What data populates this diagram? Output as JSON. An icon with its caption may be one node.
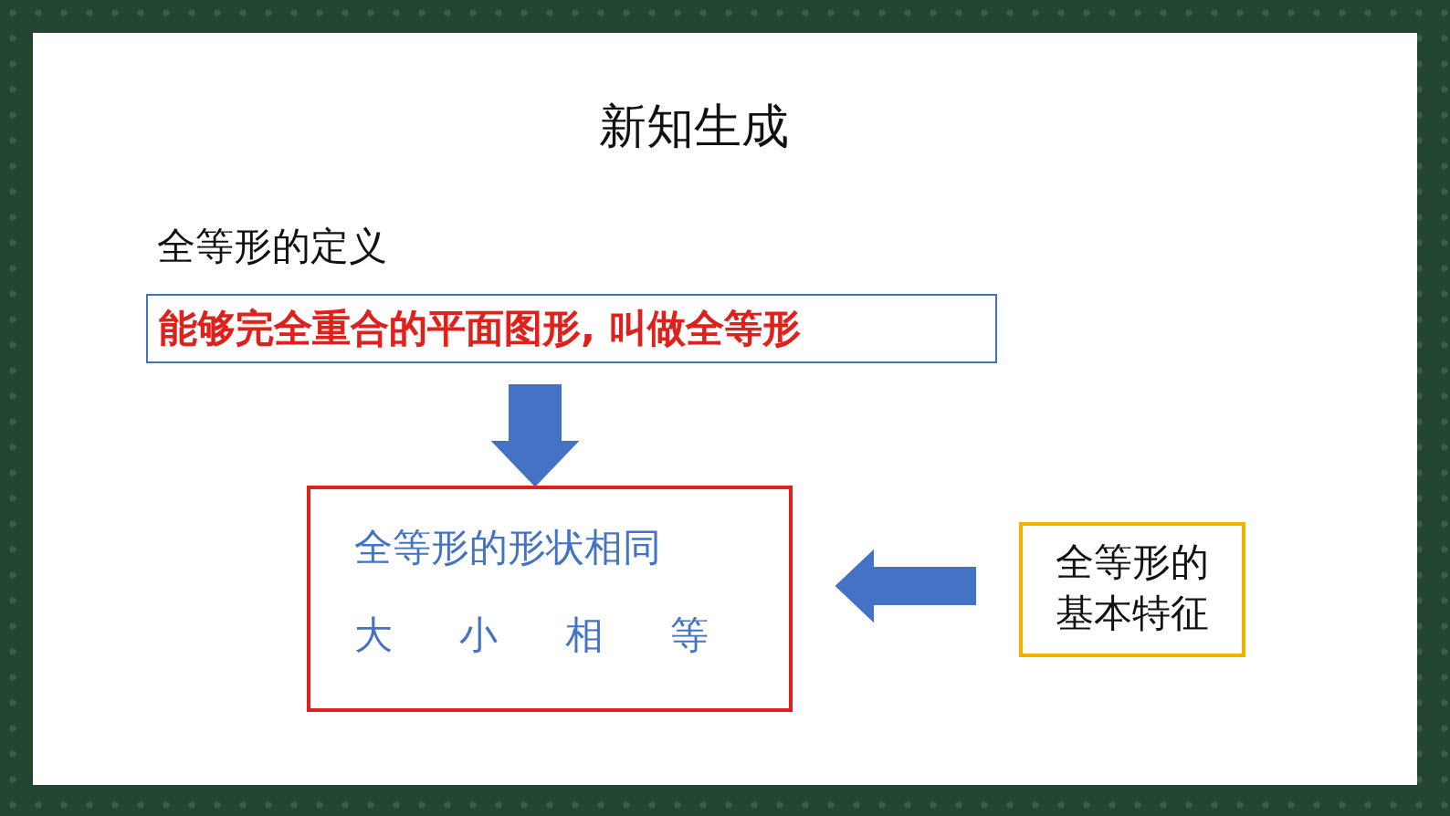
{
  "diagram": {
    "title": "新知生成",
    "nodes": [
      {
        "text": [
          "全等形的定义",
          "能够完全重合的平面图形, 叫做全等形"
        ]
      },
      {
        "text": [
          "全等形的形状相同",
          "大 小 相 等"
        ]
      },
      {
        "text": [
          "全等形的基本特征"
        ]
      }
    ],
    "edges": [
      {
        "from": 0,
        "to": 1,
        "arrow": "to"
      },
      {
        "from": 2,
        "to": 1,
        "arrow": "to"
      }
    ]
  }
}
